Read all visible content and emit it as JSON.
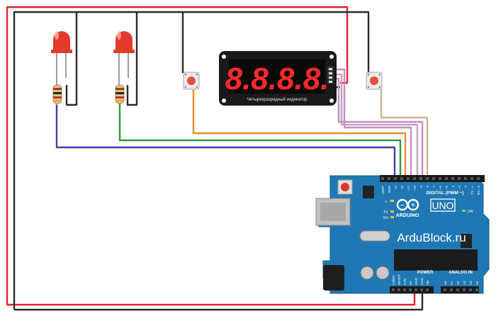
{
  "display": {
    "digits": "8.8.8.8.",
    "caption": "Четырехразрядный индикатор"
  },
  "arduino": {
    "brand_site": "ArduBlock.ru",
    "logo_text": "ARDUINO",
    "model": "UNO",
    "digital_header": "DIGITAL (PWM ~)",
    "analog_header": "ANALOG IN",
    "power_header": "POWER",
    "led_labels": [
      "L",
      "TX",
      "RX"
    ],
    "on_label": "ON",
    "digital_pins": [
      "AREF",
      "GND",
      "13",
      "12",
      "~11",
      "~10",
      "~9",
      "8",
      "7",
      "~6",
      "~5",
      "4",
      "~3",
      "2",
      "TX→1",
      "RX←0"
    ],
    "power_pins": [
      "IOREF",
      "RESET",
      "3.3V",
      "5V",
      "GND",
      "GND",
      "Vin"
    ],
    "analog_pins": [
      "A0",
      "A1",
      "A2",
      "A3",
      "A4",
      "A5"
    ]
  },
  "wire_colors": {
    "vcc": "#e8222c",
    "gnd": "#2b2b2b",
    "led1": "#4a3aa8",
    "led2": "#2e9a3c",
    "button1": "#e8902c",
    "display_clk": "#c98ac8",
    "display_dio": "#b7a7b8",
    "button2": "#c9b58f"
  },
  "colors": {
    "board": "#1f78b4",
    "board_dark": "#175e8d",
    "led": "#e23b2b",
    "display_bg": "#1a1a1a",
    "segment": "#ff2a2a",
    "button": "#e74c3c"
  }
}
